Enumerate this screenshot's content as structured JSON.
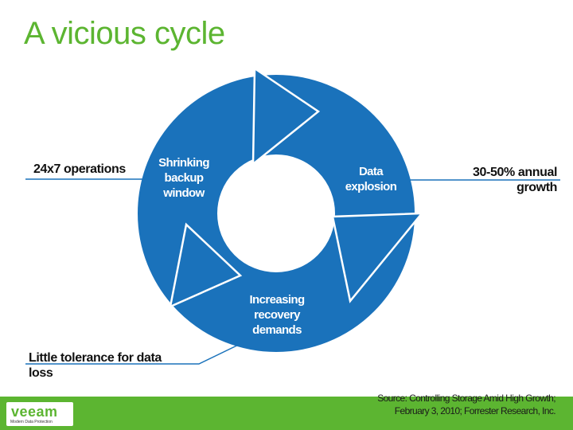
{
  "slide": {
    "title": "A vicious cycle"
  },
  "cycle": {
    "color": "#1a72bb",
    "segments": [
      {
        "label_lines": [
          "Shrinking",
          "backup",
          "window"
        ]
      },
      {
        "label_lines": [
          "Data",
          "explosion"
        ]
      },
      {
        "label_lines": [
          "Increasing",
          "recovery",
          "demands"
        ]
      }
    ]
  },
  "callouts": {
    "left_top": "24x7 operations",
    "right_top_lines": [
      "30-50% annual",
      "growth"
    ],
    "left_bottom_lines": [
      "Little tolerance for data",
      "loss"
    ]
  },
  "footer": {
    "color": "#5cb531",
    "source_lines": [
      "Source: Controlling Storage Amid High Growth;",
      "February 3, 2010; Forrester Research, Inc."
    ],
    "logo": {
      "word": "veeam",
      "tagline": "Modern Data Protection"
    }
  }
}
